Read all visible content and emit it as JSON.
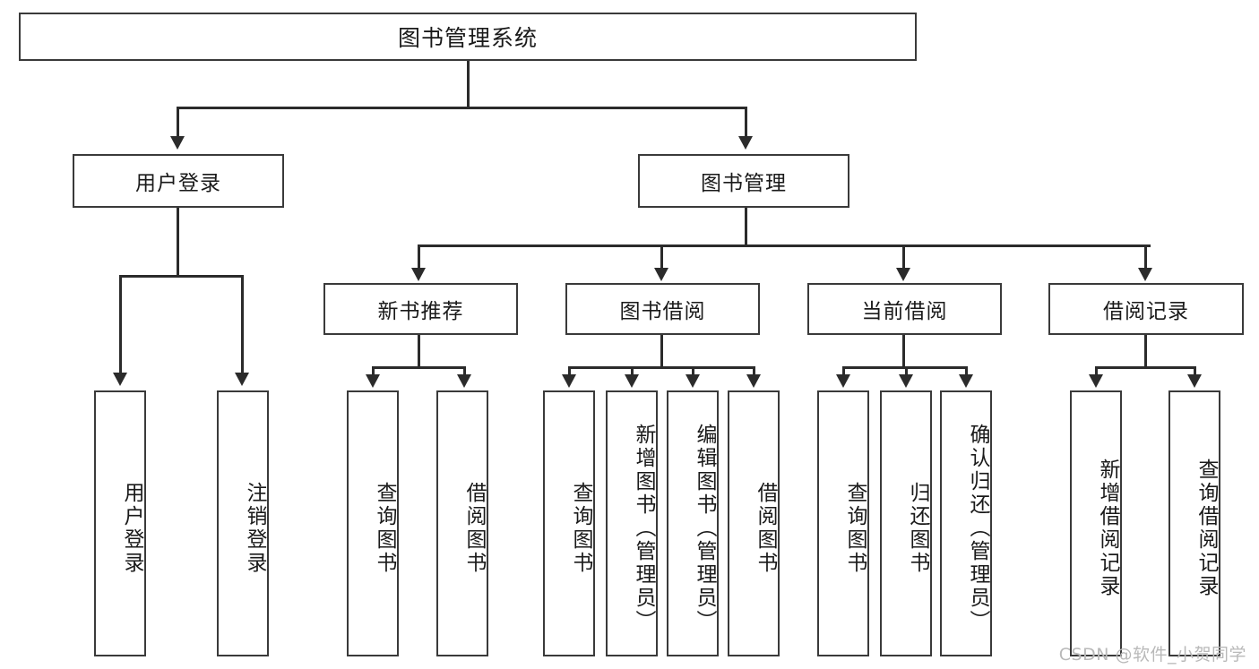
{
  "diagram": {
    "type": "tree-hierarchy",
    "title": "图书管理系统",
    "root": {
      "label": "图书管理系统"
    },
    "level2": [
      {
        "label": "用户登录"
      },
      {
        "label": "图书管理"
      }
    ],
    "level3": [
      {
        "label": "新书推荐"
      },
      {
        "label": "图书借阅"
      },
      {
        "label": "当前借阅"
      },
      {
        "label": "借阅记录"
      }
    ],
    "leaves": {
      "user_login": [
        {
          "label": "用户登录"
        },
        {
          "label": "注销登录"
        }
      ],
      "new_book_recommend": [
        {
          "label": "查询图书"
        },
        {
          "label": "借阅图书"
        }
      ],
      "book_borrow": [
        {
          "label": "查询图书"
        },
        {
          "label": "新增图书（管理员）"
        },
        {
          "label": "编辑图书（管理员）"
        },
        {
          "label": "借阅图书"
        }
      ],
      "current_borrow": [
        {
          "label": "查询图书"
        },
        {
          "label": "归还图书"
        },
        {
          "label": "确认归还（管理员）"
        }
      ],
      "borrow_records": [
        {
          "label": "新增借阅记录"
        },
        {
          "label": "查询借阅记录"
        }
      ]
    }
  },
  "watermark": {
    "text": "CSDN @软件_小贺同学"
  },
  "colors": {
    "box_border": "#3a3a3a",
    "connector": "#2b2b2b",
    "text": "#1a1a1a",
    "background": "#ffffff",
    "watermark": "#b9b9b9"
  }
}
